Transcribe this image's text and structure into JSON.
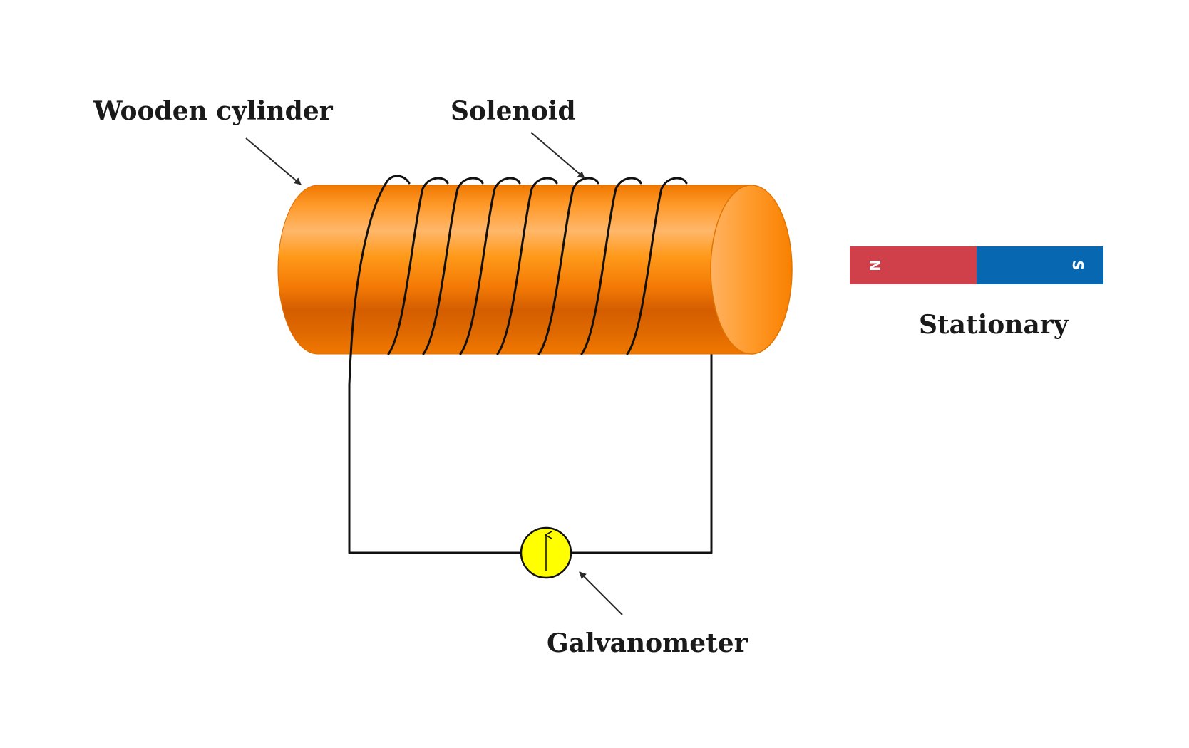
{
  "labels": {
    "cylinder": "Wooden cylinder",
    "solenoid": "Solenoid",
    "galvanometer": "Galvanometer",
    "magnet_state": "Stationary"
  },
  "magnet": {
    "north_label": "N",
    "south_label": "S",
    "north_color": "#cf404b",
    "south_color": "#0767b0"
  },
  "colors": {
    "cylinder": "#ff8c0a",
    "galvanometer": "#ffff00",
    "wire": "#111111"
  },
  "icons": {
    "galvanometer_needle": "up-arrow-icon"
  }
}
